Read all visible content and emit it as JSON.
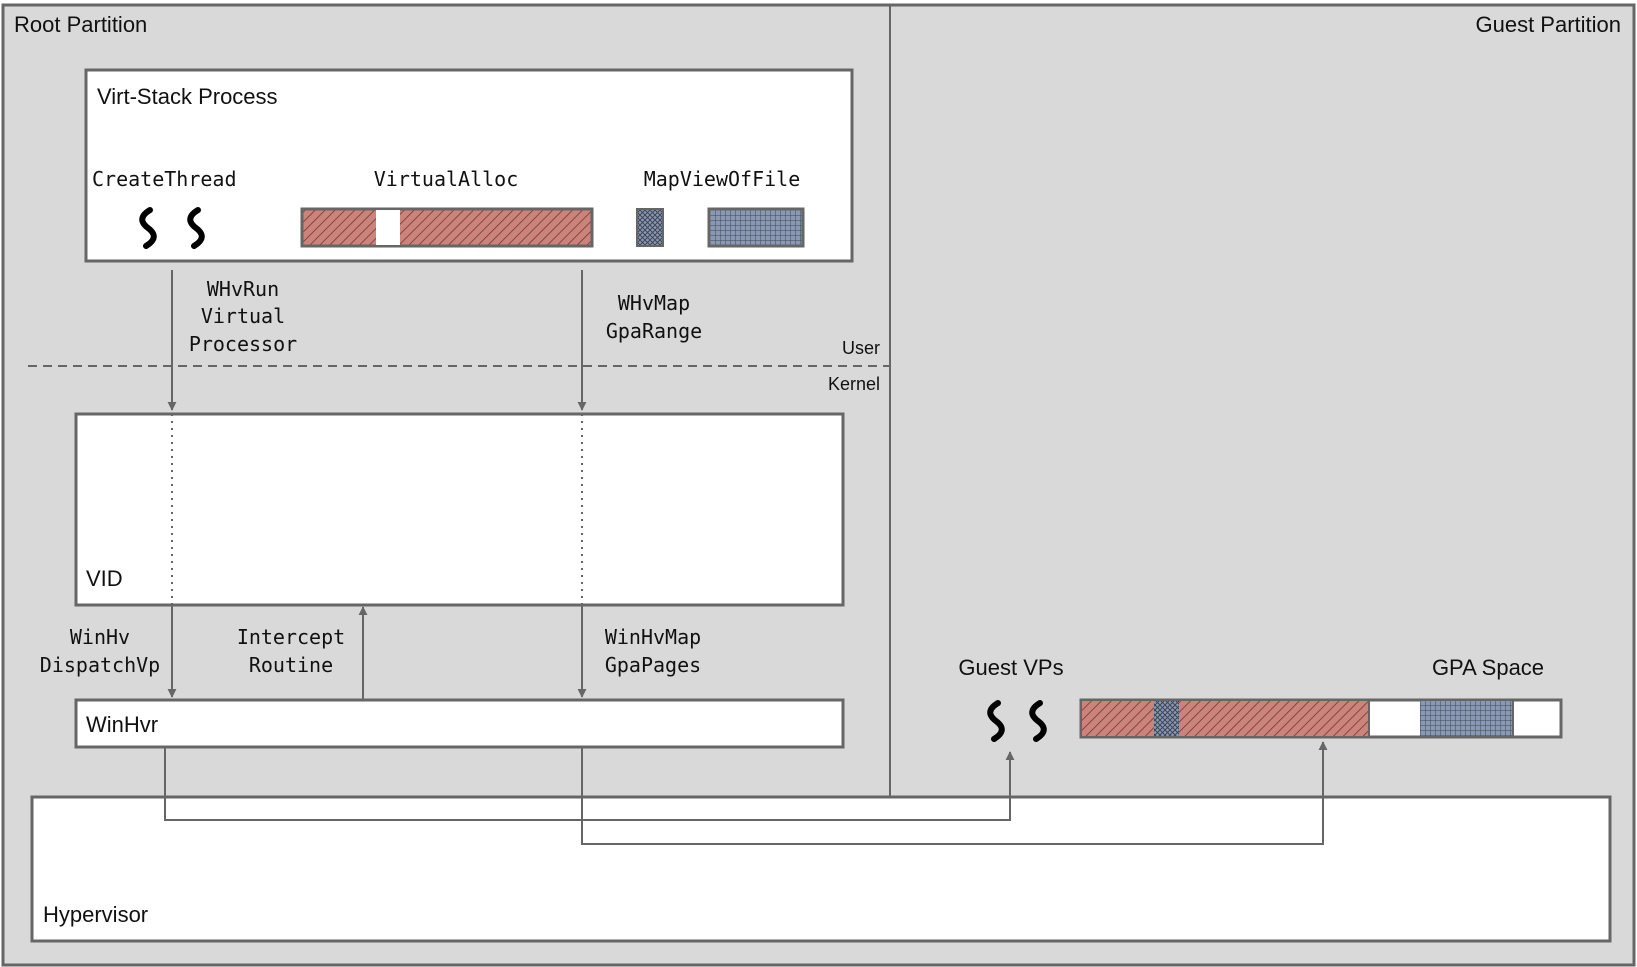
{
  "partitions": {
    "root": "Root Partition",
    "guest": "Guest Partition"
  },
  "process": {
    "title": "Virt-Stack Process",
    "create_thread": "CreateThread",
    "virtual_alloc": "VirtualAlloc",
    "map_view_of_file": "MapViewOfFile"
  },
  "calls": {
    "whv_run_1": "WHvRun",
    "whv_run_2": "Virtual",
    "whv_run_3": "Processor",
    "whv_map_1": "WHvMap",
    "whv_map_2": "GpaRange",
    "winhv_dispatch_1": "WinHv",
    "winhv_dispatch_2": "DispatchVp",
    "intercept_1": "Intercept",
    "intercept_2": "Routine",
    "winhv_map_1": "WinHvMap",
    "winhv_map_2": "GpaPages"
  },
  "modes": {
    "user": "User",
    "kernel": "Kernel"
  },
  "components": {
    "vid": "VID",
    "winhvr": "WinHvr",
    "hypervisor": "Hypervisor"
  },
  "guest": {
    "vps": "Guest VPs",
    "gpa_space": "GPA Space"
  },
  "colors": {
    "partition_bg": "#d9d9d9",
    "border": "#666666",
    "hatch_red": "#cc8379",
    "hatch_blue": "#8a99b3"
  }
}
